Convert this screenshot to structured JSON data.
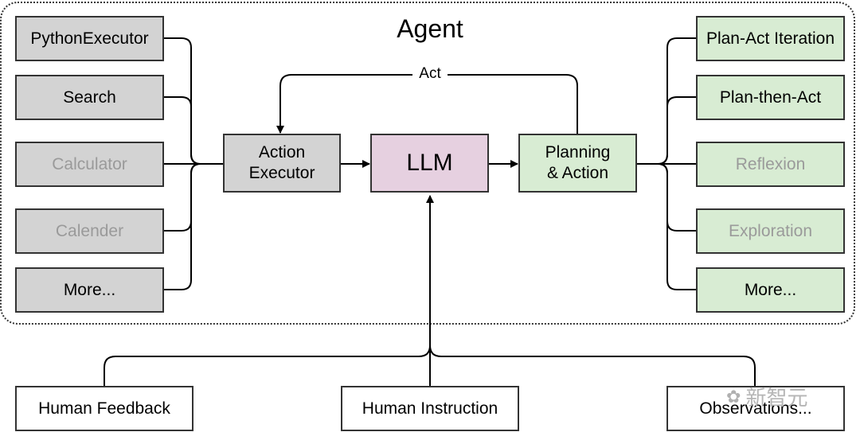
{
  "agent": {
    "title": "Agent"
  },
  "tools": [
    {
      "label": "PythonExecutor",
      "state": "active"
    },
    {
      "label": "Search",
      "state": "active"
    },
    {
      "label": "Calculator",
      "state": "faded"
    },
    {
      "label": "Calender",
      "state": "faded"
    },
    {
      "label": "More...",
      "state": "active"
    }
  ],
  "core": {
    "action_executor": [
      "Action",
      "Executor"
    ],
    "llm": "LLM",
    "planning": [
      "Planning",
      "& Action"
    ],
    "act_label": "Act"
  },
  "strategies": [
    {
      "label": "Plan-Act Iteration",
      "state": "active"
    },
    {
      "label": "Plan-then-Act",
      "state": "active"
    },
    {
      "label": "Reflexion",
      "state": "faded"
    },
    {
      "label": "Exploration",
      "state": "faded"
    },
    {
      "label": "More...",
      "state": "active"
    }
  ],
  "inputs": {
    "feedback": "Human Feedback",
    "instruction": "Human Instruction",
    "observations": "Observations..."
  },
  "watermark": "新智元",
  "colors": {
    "tool_fill": "#d3d3d3",
    "strategy_fill": "#d8ecd3",
    "llm_fill": "#e6d0e0"
  }
}
